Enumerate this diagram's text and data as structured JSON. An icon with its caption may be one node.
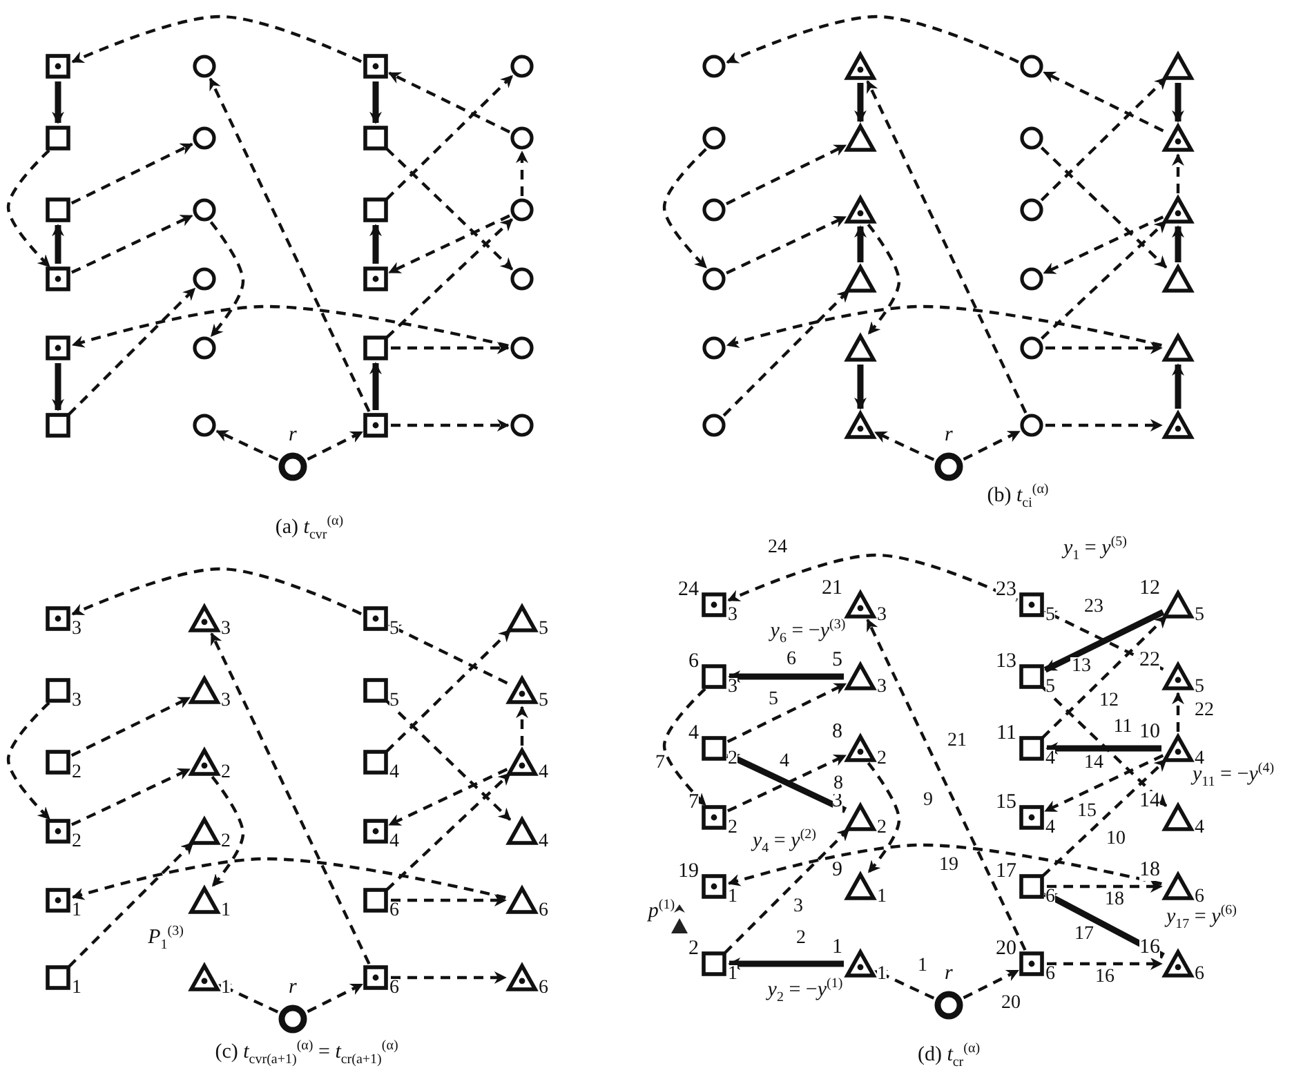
{
  "diagram": {
    "nodes": [
      {
        "text": [],
        "shape": "box"
      },
      {
        "text": [],
        "shape": "circle"
      },
      {
        "text": [],
        "shape": "box"
      },
      {
        "text": [],
        "shape": "circle"
      },
      {
        "text": [],
        "shape": "box"
      },
      {
        "text": [],
        "shape": "circle"
      },
      {
        "text": [],
        "shape": "box"
      },
      {
        "text": [],
        "shape": "circle"
      },
      {
        "text": [],
        "shape": "box"
      },
      {
        "text": [],
        "shape": "circle"
      },
      {
        "text": [],
        "shape": "box"
      },
      {
        "text": [],
        "shape": "circle"
      },
      {
        "text": [],
        "shape": "box"
      },
      {
        "text": [],
        "shape": "circle"
      },
      {
        "text": [],
        "shape": "box"
      },
      {
        "text": [],
        "shape": "circle"
      },
      {
        "text": [],
        "shape": "box"
      },
      {
        "text": [],
        "shape": "circle"
      },
      {
        "text": [],
        "shape": "box"
      },
      {
        "text": [],
        "shape": "circle"
      },
      {
        "text": [],
        "shape": "box"
      },
      {
        "text": [],
        "shape": "circle"
      },
      {
        "text": [],
        "shape": "box"
      },
      {
        "text": [],
        "shape": "circle"
      },
      {
        "text": [],
        "shape": "circle",
        "beside": [
          "r"
        ]
      },
      {
        "text": [],
        "shape": "circle"
      },
      {
        "text": [],
        "shape": "triangle"
      },
      {
        "text": [],
        "shape": "circle"
      },
      {
        "text": [],
        "shape": "triangle"
      },
      {
        "text": [],
        "shape": "circle"
      },
      {
        "text": [],
        "shape": "triangle"
      },
      {
        "text": [],
        "shape": "circle"
      },
      {
        "text": [],
        "shape": "triangle"
      },
      {
        "text": [],
        "shape": "circle"
      },
      {
        "text": [],
        "shape": "triangle"
      },
      {
        "text": [],
        "shape": "circle"
      },
      {
        "text": [],
        "shape": "triangle"
      },
      {
        "text": [],
        "shape": "circle"
      },
      {
        "text": [],
        "shape": "triangle"
      },
      {
        "text": [],
        "shape": "circle"
      },
      {
        "text": [],
        "shape": "triangle"
      },
      {
        "text": [],
        "shape": "circle"
      },
      {
        "text": [],
        "shape": "triangle"
      },
      {
        "text": [],
        "shape": "circle"
      },
      {
        "text": [],
        "shape": "triangle"
      },
      {
        "text": [],
        "shape": "circle"
      },
      {
        "text": [],
        "shape": "triangle"
      },
      {
        "text": [],
        "shape": "circle"
      },
      {
        "text": [],
        "shape": "triangle"
      },
      {
        "text": [],
        "shape": "circle",
        "beside": [
          "r"
        ]
      },
      {
        "text": [
          "3"
        ]
      },
      {
        "text": [
          "3"
        ]
      },
      {
        "text": [
          "5"
        ]
      },
      {
        "text": [
          "5"
        ]
      },
      {
        "text": [
          "3"
        ]
      },
      {
        "text": [
          "3"
        ]
      },
      {
        "text": [
          "5"
        ]
      },
      {
        "text": [
          "5"
        ]
      },
      {
        "text": [
          "2"
        ]
      },
      {
        "text": [
          "2"
        ]
      },
      {
        "text": [
          "4"
        ]
      },
      {
        "text": [
          "4"
        ]
      },
      {
        "text": [
          "2"
        ]
      },
      {
        "text": [
          "2"
        ]
      },
      {
        "text": [
          "4"
        ]
      },
      {
        "text": [
          "4"
        ]
      },
      {
        "text": [
          "1"
        ]
      },
      {
        "text": [
          "1"
        ]
      },
      {
        "text": [
          "6"
        ]
      },
      {
        "text": [
          "6"
        ]
      },
      {
        "text": [
          "1"
        ]
      },
      {
        "text": [
          "1"
        ]
      },
      {
        "text": [
          "6"
        ]
      },
      {
        "text": [
          "6"
        ]
      },
      {
        "text": [],
        "shape": "circle",
        "beside": [
          "r"
        ]
      },
      {
        "text": [
          "24",
          "3"
        ]
      },
      {
        "text": [
          "21",
          "3"
        ]
      },
      {
        "text": [
          "23",
          "5"
        ]
      },
      {
        "text": [
          "12",
          "5"
        ]
      },
      {
        "text": [
          "6",
          "3"
        ]
      },
      {
        "text": [
          "5",
          "3"
        ]
      },
      {
        "text": [
          "13",
          "5"
        ]
      },
      {
        "text": [
          "22",
          "5"
        ]
      },
      {
        "text": [
          "4",
          "2"
        ]
      },
      {
        "text": [
          "8",
          "2"
        ]
      },
      {
        "text": [
          "11",
          "4"
        ]
      },
      {
        "text": [
          "10",
          "4"
        ]
      },
      {
        "text": [
          "7",
          "2"
        ]
      },
      {
        "text": [
          "3",
          "2"
        ]
      },
      {
        "text": [
          "15",
          "4"
        ]
      },
      {
        "text": [
          "14",
          "4"
        ]
      },
      {
        "text": [
          "19",
          "1"
        ]
      },
      {
        "text": [
          "9",
          "1"
        ]
      },
      {
        "text": [
          "17",
          "6"
        ]
      },
      {
        "text": [
          "18",
          "6"
        ]
      },
      {
        "text": [
          "2",
          "1"
        ]
      },
      {
        "text": [
          "1",
          "1"
        ]
      },
      {
        "text": [
          "20",
          "6"
        ]
      },
      {
        "text": [
          "16",
          "6"
        ]
      },
      {
        "text": [],
        "shape": "circle",
        "beside": [
          "r"
        ]
      }
    ],
    "edges": [
      {
        "from": 2,
        "to": 0,
        "arrow": "to",
        "style": "dashed"
      },
      {
        "from": 0,
        "to": 4,
        "arrow": "to",
        "style": "thick"
      },
      {
        "from": 4,
        "to": 12,
        "arrow": "to",
        "style": "dashed"
      },
      {
        "from": 8,
        "to": 5,
        "arrow": "to",
        "style": "dashed"
      },
      {
        "from": 12,
        "to": 8,
        "arrow": "to",
        "style": "thick"
      },
      {
        "from": 12,
        "to": 9,
        "arrow": "to",
        "style": "dashed"
      },
      {
        "from": 9,
        "to": 17,
        "arrow": "to",
        "style": "dashed"
      },
      {
        "from": 16,
        "to": 20,
        "arrow": "to",
        "style": "thick"
      },
      {
        "from": 19,
        "to": 16,
        "arrow": "to",
        "style": "dashed"
      },
      {
        "from": 20,
        "to": 13,
        "arrow": "to",
        "style": "dashed"
      },
      {
        "from": 22,
        "to": 1,
        "arrow": "to",
        "style": "dashed"
      },
      {
        "from": 24,
        "to": 21,
        "arrow": "to",
        "style": "dashed"
      },
      {
        "from": 24,
        "to": 22,
        "arrow": "to",
        "style": "dashed"
      },
      {
        "from": 22,
        "to": 18,
        "arrow": "to",
        "style": "thick"
      },
      {
        "from": 22,
        "to": 23,
        "arrow": "to",
        "style": "dashed"
      },
      {
        "from": 18,
        "to": 19,
        "arrow": "to",
        "style": "dashed"
      },
      {
        "from": 18,
        "to": 11,
        "arrow": "to",
        "style": "dashed"
      },
      {
        "from": 11,
        "to": 14,
        "arrow": "to",
        "style": "dashed"
      },
      {
        "from": 14,
        "to": 10,
        "arrow": "to",
        "style": "thick"
      },
      {
        "from": 10,
        "to": 3,
        "arrow": "to",
        "style": "dashed"
      },
      {
        "from": 2,
        "to": 6,
        "arrow": "to",
        "style": "thick"
      },
      {
        "from": 6,
        "to": 15,
        "arrow": "to",
        "style": "dashed"
      },
      {
        "from": 11,
        "to": 7,
        "arrow": "to",
        "style": "dashed"
      },
      {
        "from": 7,
        "to": 2,
        "arrow": "to",
        "style": "dashed"
      },
      {
        "from": 27,
        "to": 25,
        "arrow": "to",
        "style": "dashed"
      },
      {
        "from": 26,
        "to": 30,
        "arrow": "to",
        "style": "thick"
      },
      {
        "from": 33,
        "to": 30,
        "arrow": "to",
        "style": "dashed"
      },
      {
        "from": 29,
        "to": 37,
        "arrow": "to",
        "style": "dashed"
      },
      {
        "from": 37,
        "to": 34,
        "arrow": "to",
        "style": "dashed"
      },
      {
        "from": 38,
        "to": 34,
        "arrow": "to",
        "style": "thick"
      },
      {
        "from": 34,
        "to": 42,
        "arrow": "to",
        "style": "dashed"
      },
      {
        "from": 42,
        "to": 46,
        "arrow": "to",
        "style": "thick"
      },
      {
        "from": 44,
        "to": 41,
        "arrow": "to",
        "style": "dashed"
      },
      {
        "from": 45,
        "to": 38,
        "arrow": "to",
        "style": "dashed"
      },
      {
        "from": 47,
        "to": 26,
        "arrow": "to",
        "style": "dashed"
      },
      {
        "from": 49,
        "to": 46,
        "arrow": "to",
        "style": "dashed"
      },
      {
        "from": 49,
        "to": 47,
        "arrow": "to",
        "style": "dashed"
      },
      {
        "from": 47,
        "to": 48,
        "arrow": "to",
        "style": "dashed"
      },
      {
        "from": 48,
        "to": 44,
        "arrow": "to",
        "style": "thick"
      },
      {
        "from": 43,
        "to": 44,
        "arrow": "to",
        "style": "dashed"
      },
      {
        "from": 43,
        "to": 36,
        "arrow": "to",
        "style": "dashed"
      },
      {
        "from": 36,
        "to": 39,
        "arrow": "to",
        "style": "dashed"
      },
      {
        "from": 40,
        "to": 36,
        "arrow": "to",
        "style": "thick"
      },
      {
        "from": 35,
        "to": 28,
        "arrow": "to",
        "style": "dashed"
      },
      {
        "from": 28,
        "to": 32,
        "arrow": "to",
        "style": "thick"
      },
      {
        "from": 31,
        "to": 40,
        "arrow": "to",
        "style": "dashed"
      },
      {
        "from": 36,
        "to": 32,
        "arrow": "to",
        "style": "dashed"
      },
      {
        "from": 32,
        "to": 27,
        "arrow": "to",
        "style": "dashed"
      },
      {
        "from": 52,
        "to": 50,
        "arrow": "to",
        "style": "dashed"
      },
      {
        "from": 54,
        "to": 62,
        "arrow": "to",
        "style": "dashed"
      },
      {
        "from": 58,
        "to": 55,
        "arrow": "to",
        "style": "dashed"
      },
      {
        "from": 62,
        "to": 59,
        "arrow": "to",
        "style": "dashed"
      },
      {
        "from": 59,
        "to": 67,
        "arrow": "to",
        "style": "dashed"
      },
      {
        "from": 69,
        "to": 66,
        "arrow": "to",
        "style": "dashed"
      },
      {
        "from": 70,
        "to": 63,
        "arrow": "to",
        "style": "dashed"
      },
      {
        "from": 72,
        "to": 51,
        "arrow": "to",
        "style": "dashed"
      },
      {
        "from": 74,
        "to": 71,
        "arrow": "to",
        "style": "dashed"
      },
      {
        "from": 74,
        "to": 72,
        "arrow": "to",
        "style": "dashed"
      },
      {
        "from": 72,
        "to": 73,
        "arrow": "to",
        "style": "dashed"
      },
      {
        "from": 68,
        "to": 69,
        "arrow": "to",
        "style": "dashed"
      },
      {
        "from": 68,
        "to": 61,
        "arrow": "to",
        "style": "dashed"
      },
      {
        "from": 61,
        "to": 64,
        "arrow": "to",
        "style": "dashed"
      },
      {
        "from": 61,
        "to": 57,
        "arrow": "to",
        "style": "dashed"
      },
      {
        "from": 60,
        "to": 53,
        "arrow": "to",
        "style": "dashed"
      },
      {
        "from": 56,
        "to": 65,
        "arrow": "to",
        "style": "dashed"
      },
      {
        "from": 57,
        "to": 52,
        "arrow": "to",
        "style": "dashed"
      },
      {
        "from": 99,
        "to": 96,
        "arrow": "to",
        "label": "1",
        "style": "dashed"
      },
      {
        "from": 96,
        "to": 95,
        "arrow": "to",
        "label": "2",
        "style": "thick"
      },
      {
        "from": 95,
        "to": 88,
        "arrow": "to",
        "label": "3",
        "style": "dashed"
      },
      {
        "from": 88,
        "to": 83,
        "arrow": "to",
        "label": "4",
        "style": "thick"
      },
      {
        "from": 83,
        "to": 80,
        "arrow": "to",
        "label": "5",
        "style": "dashed"
      },
      {
        "from": 80,
        "to": 79,
        "arrow": "to",
        "label": "6",
        "style": "thick"
      },
      {
        "from": 79,
        "to": 87,
        "arrow": "to",
        "label": "7",
        "style": "dashed"
      },
      {
        "from": 87,
        "to": 84,
        "arrow": "to",
        "label": "8",
        "style": "dashed"
      },
      {
        "from": 84,
        "to": 92,
        "arrow": "to",
        "label": "9",
        "style": "dashed"
      },
      {
        "from": 93,
        "to": 86,
        "arrow": "to",
        "label": "10",
        "style": "dashed"
      },
      {
        "from": 86,
        "to": 85,
        "arrow": "to",
        "label": "11",
        "style": "thick"
      },
      {
        "from": 85,
        "to": 78,
        "arrow": "to",
        "label": "12",
        "style": "dashed"
      },
      {
        "from": 78,
        "to": 81,
        "arrow": "to",
        "label": "13",
        "style": "thick"
      },
      {
        "from": 81,
        "to": 90,
        "arrow": "to",
        "label": "14",
        "style": "dashed"
      },
      {
        "from": 86,
        "to": 89,
        "arrow": "to",
        "label": "15",
        "style": "dashed"
      },
      {
        "from": 97,
        "to": 98,
        "arrow": "to",
        "label": "16",
        "style": "dashed"
      },
      {
        "from": 98,
        "to": 93,
        "arrow": "to",
        "label": "17",
        "style": "thick"
      },
      {
        "from": 93,
        "to": 94,
        "arrow": "to",
        "label": "18",
        "style": "dashed"
      },
      {
        "from": 94,
        "to": 91,
        "arrow": "to",
        "label": "19",
        "style": "dashed"
      },
      {
        "from": 99,
        "to": 97,
        "arrow": "to",
        "label": "20",
        "style": "dashed"
      },
      {
        "from": 97,
        "to": 76,
        "arrow": "to",
        "label": "21",
        "style": "dashed"
      },
      {
        "from": 86,
        "to": 82,
        "arrow": "to",
        "label": "22",
        "style": "dashed"
      },
      {
        "from": 82,
        "to": 77,
        "arrow": "to",
        "label": "23",
        "style": "dashed"
      },
      {
        "from": 77,
        "to": 75,
        "arrow": "to",
        "label": "24",
        "style": "dashed"
      }
    ],
    "labels": [
      "(b) *t*$_{ci}$$^{(α)}$",
      "(a) *t*$_{cvr}$$^{(α)}$",
      "*y*$_{1}$ = *y*$^{(5)}$",
      "*y*$_{6}$ = −*y*$^{(3)}$",
      "*y*$_{11}$ = −*y*$^{(4)}$",
      "*y*$_{4}$ = *y*$^{(2)}$",
      "*p*$^{(1)}$",
      "*y*$_{17}$ = *y*$^{(6)}$",
      "*P*$_{1}$$^{(3)}$",
      "*y*$_{2}$ = −*y*$^{(1)}$",
      "(c) *t*$_{cvr(a+1)}$$^{(α)}$ = *t*$_{cr(a+1)}$$^{(α)}$",
      "(d) *t*$_{cr}$$^{(α)}$"
    ]
  }
}
